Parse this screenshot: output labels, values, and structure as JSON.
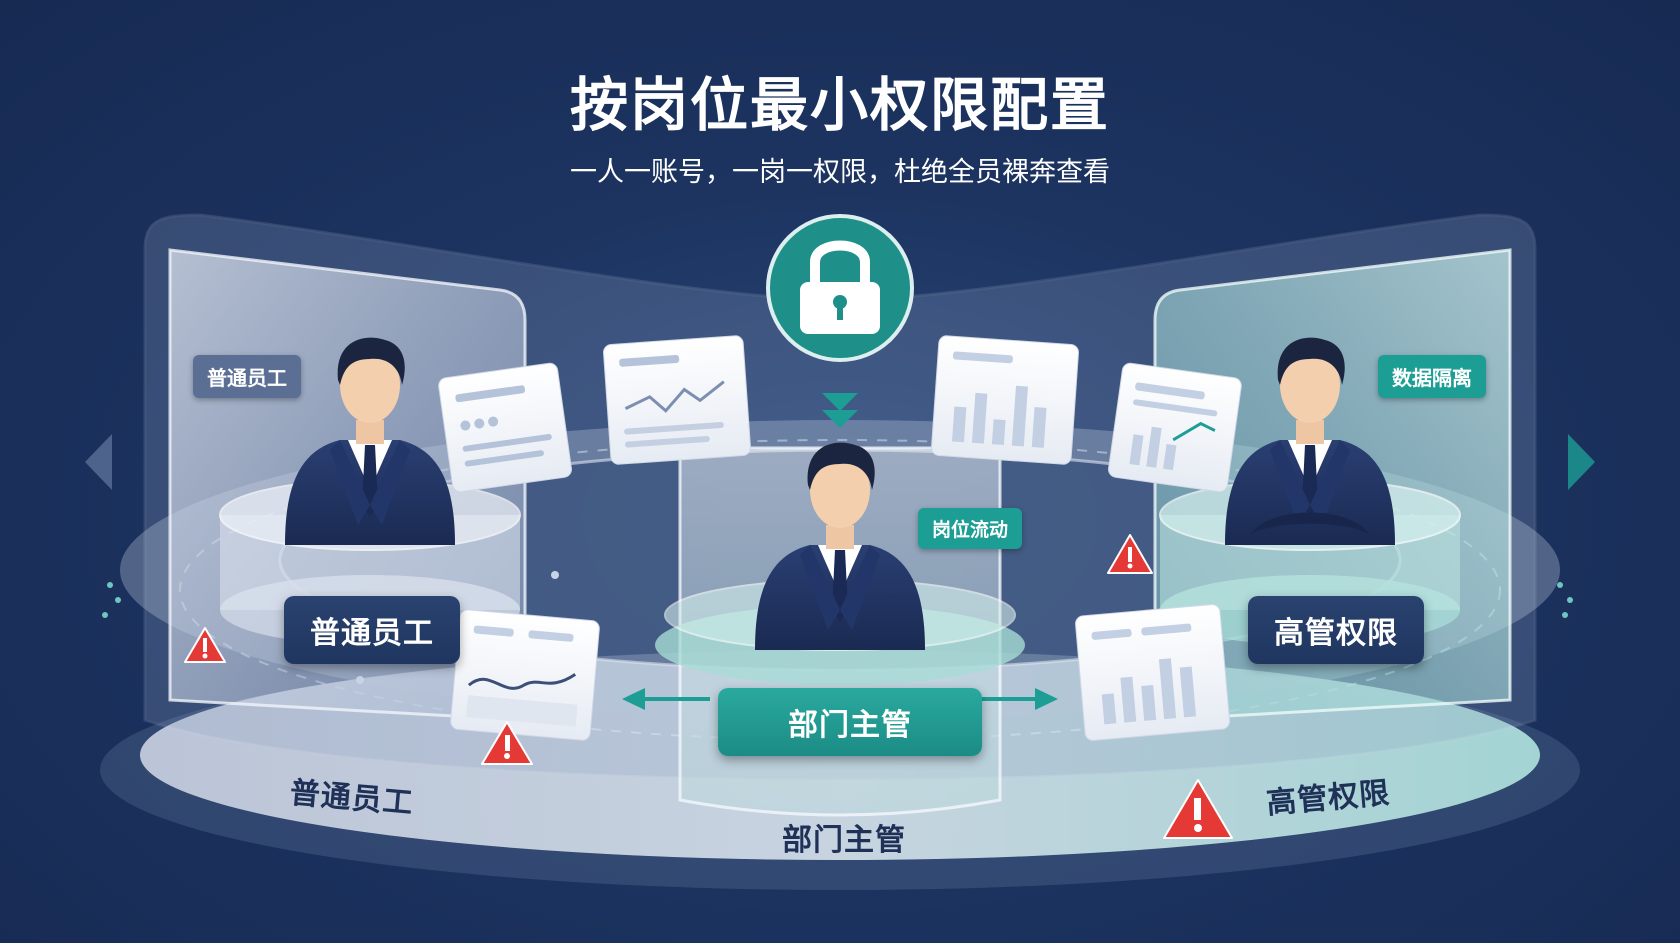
{
  "header": {
    "title": "按岗位最小权限配置",
    "subtitle": "一人一账号，一岗一权限，杜绝全员裸奔查看"
  },
  "tags": {
    "left_tag": "普通员工",
    "center_tag": "岗位流动",
    "right_tag": "数据隔离"
  },
  "plates": {
    "left": "普通员工",
    "center": "部门主管",
    "right": "高管权限"
  },
  "floor": {
    "left": "普通员工",
    "center": "部门主管",
    "right": "高管权限"
  },
  "icons": {
    "lock": "padlock-icon",
    "warning": "warning-icon",
    "chart": "chart-card-icon",
    "person": "businessman-icon"
  },
  "colors": {
    "background": "#1d3461",
    "teal": "#1d9e95",
    "navy": "#1f3660",
    "warning": "#e53935",
    "slate": "#5b6f95"
  }
}
